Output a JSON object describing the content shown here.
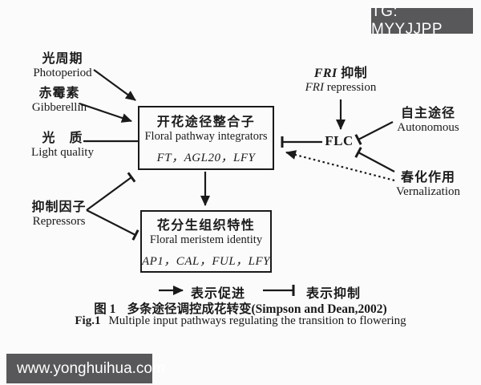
{
  "colors": {
    "ink": "#1a1a1a",
    "overlay_bg": "#58585a",
    "page_bg": "#fbfbfb"
  },
  "overlays": {
    "tg_badge": "TG: MYYJJPP",
    "url_bar": "www.yonghuihua.com"
  },
  "inputs": {
    "photoperiod": {
      "zh": "光周期",
      "en": "Photoperiod"
    },
    "gibberellin": {
      "zh": "赤霉素",
      "en": "Gibberellin"
    },
    "light_quality": {
      "zh": "光　质",
      "en": "Light quality"
    },
    "repressors": {
      "zh": "抑制因子",
      "en": "Repressors"
    },
    "fri": {
      "gene": "FRI",
      "zh": "抑制",
      "en": "repression"
    },
    "flc": "FLC",
    "autonomous": {
      "zh": "自主途径",
      "en": "Autonomous"
    },
    "vernalization": {
      "zh": "春化作用",
      "en": "Vernalization"
    }
  },
  "nodes": {
    "integrators": {
      "zh": "开花途径整合子",
      "en": "Floral pathway integrators",
      "genes": "FT，AGL20，LFY"
    },
    "meristem": {
      "zh": "花分生组织特性",
      "en": "Floral meristem identity",
      "genes": "AP1，CAL，FUL，LFY"
    }
  },
  "legend": {
    "promote": "表示促进",
    "inhibit": "表示抑制"
  },
  "caption": {
    "zh_label": "图 1",
    "zh_text": "多条途径调控成花转变(Simpson and Dean,2002)",
    "en_label": "Fig.1",
    "en_text": "Multiple input pathways regulating the transition to flowering"
  }
}
